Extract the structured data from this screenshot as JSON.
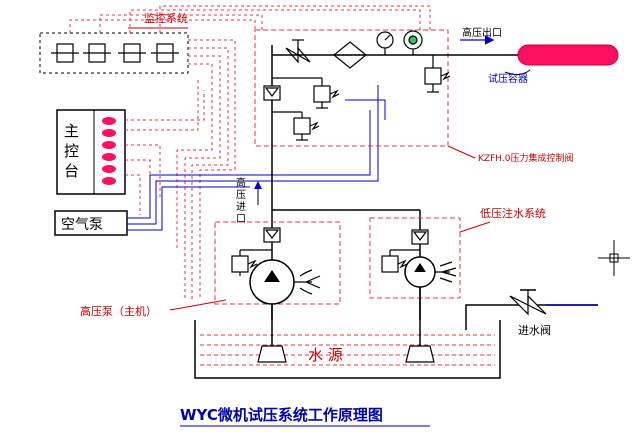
{
  "labels": {
    "monitor_system": "监控系统",
    "main_console": "主控台",
    "air_pump": "空气泵",
    "hp_outlet": "高压出口",
    "test_vessel": "试压容器",
    "valve_group": "KZFH.0压力集成控制阀",
    "hp_inlet": "高压进口",
    "lp_system": "低压注水系统",
    "hp_pump": "高压泵（主机）",
    "water_source": "水  源",
    "inlet_valve": "进水阀",
    "title": "WYC微机试压系统工作原理图"
  },
  "colors": {
    "red_dashed": "#e8304a",
    "blue_line": "#0000cc",
    "label_red": "#cc0000",
    "title_blue": "#0000aa",
    "vessel_fill": "#ff1060"
  }
}
